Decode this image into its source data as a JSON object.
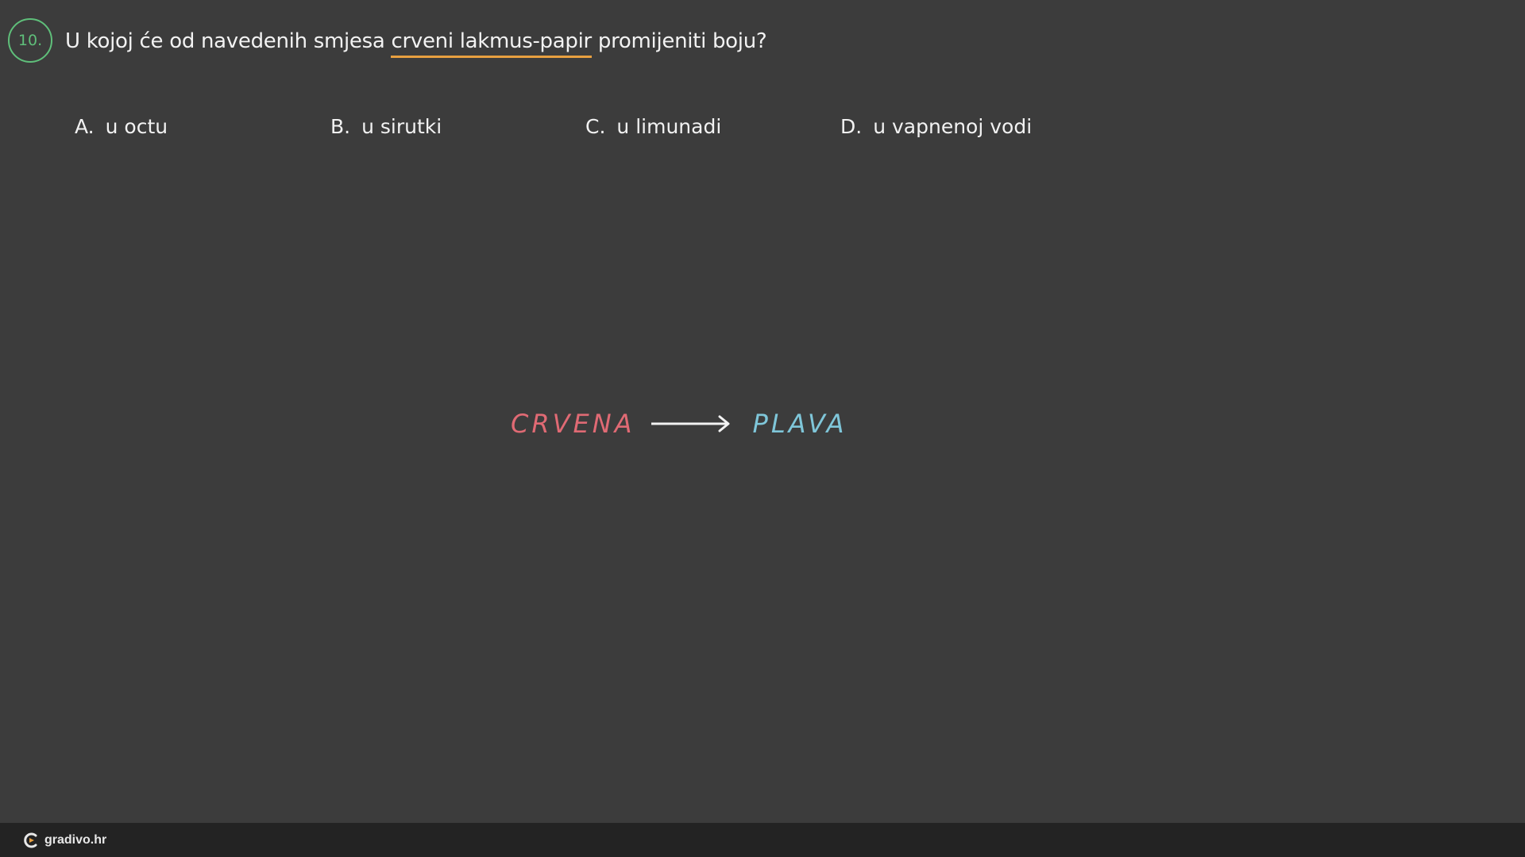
{
  "question": {
    "number": "10.",
    "text_before": "U kojoj će od navedenih smjesa ",
    "text_highlight": "crveni lakmus-papir",
    "text_after": " promijeniti boju?",
    "highlight_color": "#e8a040"
  },
  "options": [
    {
      "letter": "A.",
      "text": "u octu"
    },
    {
      "letter": "B.",
      "text": "u sirutki"
    },
    {
      "letter": "C.",
      "text": "u limunadi"
    },
    {
      "letter": "D.",
      "text": "u vapnenoj vodi"
    }
  ],
  "diagram": {
    "from": "CRVENA",
    "to": "PLAVA",
    "from_color": "#e06a74",
    "to_color": "#7fc6d9"
  },
  "footer": {
    "brand": "gradivo.hr"
  }
}
